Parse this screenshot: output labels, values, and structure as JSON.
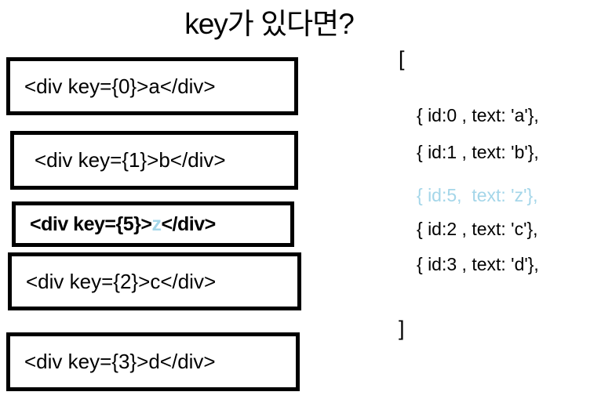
{
  "title": "key가 있다면?",
  "colors": {
    "text": "#000000",
    "box_border": "#000000",
    "highlight": "#a4d6e9"
  },
  "left_column": {
    "boxes": [
      {
        "prefix": "<div key={0}>",
        "value": "a",
        "suffix": "</div>",
        "highlighted": false
      },
      {
        "prefix": "<div key={1}>",
        "value": "b",
        "suffix": "</div>",
        "highlighted": false
      },
      {
        "prefix": "<div key={5}>",
        "value": "z",
        "suffix": "</div>",
        "highlighted": true
      },
      {
        "prefix": "<div key={2}>",
        "value": "c",
        "suffix": "</div>",
        "highlighted": false
      },
      {
        "prefix": "<div key={3}>",
        "value": "d",
        "suffix": "</div>",
        "highlighted": false
      }
    ]
  },
  "right_column": {
    "open_bracket": "[",
    "entries": [
      {
        "text": "{ id:0 , text: 'a'},",
        "highlighted": false
      },
      {
        "text": "{ id:1 , text: 'b'},",
        "highlighted": false
      },
      {
        "text": "{ id:5,  text: 'z'},",
        "highlighted": true
      },
      {
        "text": "{ id:2 , text: 'c'},",
        "highlighted": false
      },
      {
        "text": "{ id:3 , text: 'd'},",
        "highlighted": false
      }
    ],
    "close_bracket": "]"
  }
}
